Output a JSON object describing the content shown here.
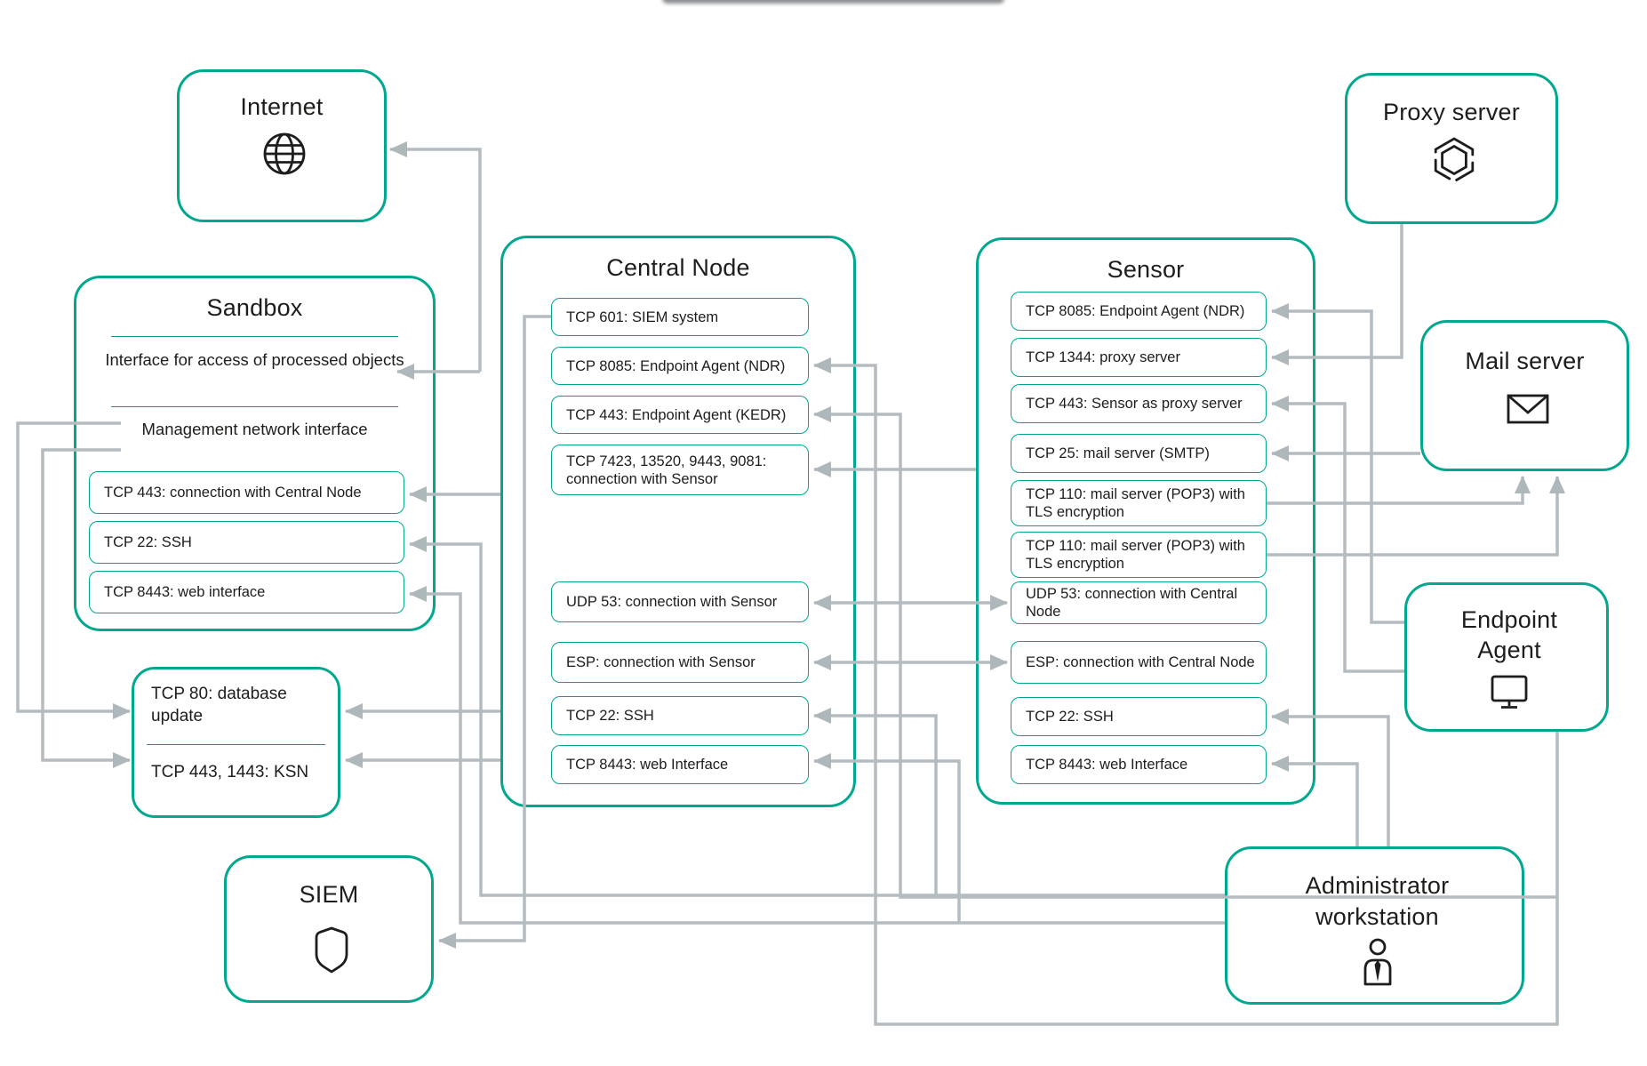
{
  "colors": {
    "accent": "#00a88e",
    "connector": "#b4bcbf",
    "text": "#1d1d1b"
  },
  "nodes": {
    "internet": {
      "title": "Internet",
      "icon": "globe"
    },
    "proxy": {
      "title": "Proxy server",
      "icon": "hexagon"
    },
    "mail": {
      "title": "Mail server",
      "icon": "envelope"
    },
    "endpoint_agent": {
      "title": "Endpoint Agent",
      "icon": "monitor"
    },
    "siem": {
      "title": "SIEM",
      "icon": "shield"
    },
    "admin": {
      "title": "Administrator workstation",
      "icon": "person"
    },
    "sandbox": {
      "title": "Sandbox",
      "section1": "Interface for access of processed objects",
      "section2": "Management network interface",
      "ports": [
        "TCP 443: connection with Central Node",
        "TCP 22: SSH",
        "TCP 8443: web interface"
      ]
    },
    "central_node": {
      "title": "Central Node",
      "ports": [
        "TCP 601: SIEM system",
        "TCP 8085: Endpoint Agent (NDR)",
        "TCP 443: Endpoint Agent (KEDR)",
        "TCP 7423, 13520, 9443, 9081: connection with Sensor",
        "UDP 53: connection with Sensor",
        "ESP: connection with Sensor",
        "TCP 22: SSH",
        "TCP 8443: web Interface"
      ]
    },
    "sensor": {
      "title": "Sensor",
      "ports": [
        "TCP 8085: Endpoint Agent (NDR)",
        "TCP 1344: proxy server",
        "TCP 443: Sensor as proxy server",
        "TCP 25: mail server (SMTP)",
        "TCP 110: mail server (POP3) with TLS encryption",
        "TCP 110: mail server (POP3) with TLS encryption",
        "UDP 53: connection with Central Node",
        "ESP: connection with Central Node",
        "TCP 22: SSH",
        "TCP 8443: web Interface"
      ]
    },
    "updates": {
      "row1": "TCP 80: database update",
      "row2": "TCP 443, 1443: KSN"
    }
  }
}
